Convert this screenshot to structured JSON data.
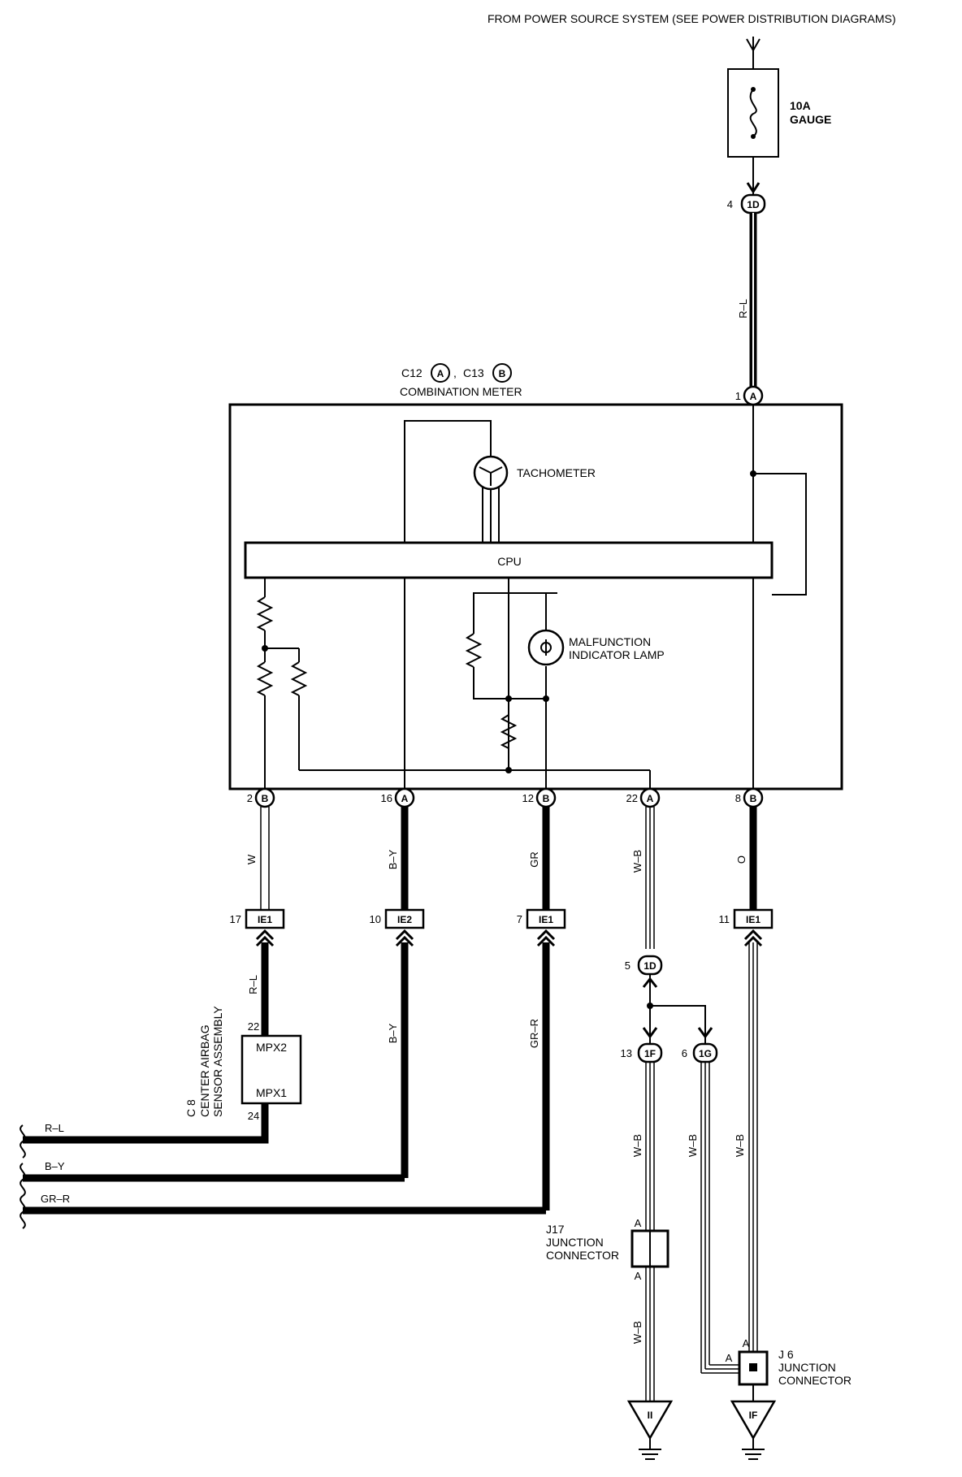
{
  "header": {
    "source": "FROM POWER SOURCE SYSTEM  (SEE POWER DISTRIBUTION DIAGRAMS)"
  },
  "fuse": {
    "rating": "10A",
    "name": "GAUGE"
  },
  "meter": {
    "conn_a": "C12",
    "conn_b": "C13",
    "conn_sep": ",",
    "title": "COMBINATION METER",
    "tachometer": "TACHOMETER",
    "cpu": "CPU",
    "mil_line1": "MALFUNCTION",
    "mil_line2": "INDICATOR LAMP"
  },
  "connector_letters": {
    "A": "A",
    "B": "B",
    "1D": "1D",
    "1F": "1F",
    "1G": "1G",
    "IE1": "IE1",
    "IE2": "IE2",
    "II": "II",
    "IF": "IF"
  },
  "pins": {
    "top_4": "4",
    "meter_1": "1",
    "bot_2": "2",
    "bot_16": "16",
    "bot_12": "12",
    "bot_22": "22",
    "bot_8": "8",
    "ie_17": "17",
    "ie_10": "10",
    "ie_7": "7",
    "ie_11": "11",
    "d_5": "5",
    "f_13": "13",
    "g_6": "6",
    "mpx_22": "22",
    "mpx_24": "24"
  },
  "wires": {
    "rl_top": "R–L",
    "w": "W",
    "by": "B–Y",
    "gr": "GR",
    "wb": "W–B",
    "o": "O",
    "rl_low": "R–L",
    "by_low": "B–Y",
    "grr_low": "GR–R",
    "wb_13": "W–B",
    "wb_6": "W–B",
    "wb_11": "W–B",
    "wb_j17": "W–B",
    "out_rl": "R–L",
    "out_by": "B–Y",
    "out_grr": "GR–R"
  },
  "airbag": {
    "ref": "C 8",
    "line1": "CENTER AIRBAG",
    "line2": "SENSOR ASSEMBLY",
    "mpx2": "MPX2",
    "mpx1": "MPX1"
  },
  "j17": {
    "ref": "J17",
    "line1": "JUNCTION",
    "line2": "CONNECTOR",
    "pin_top": "A",
    "pin_bot": "A"
  },
  "j6": {
    "ref": "J 6",
    "line1": "JUNCTION",
    "line2": "CONNECTOR",
    "pin_top": "A",
    "pin_left": "A"
  }
}
